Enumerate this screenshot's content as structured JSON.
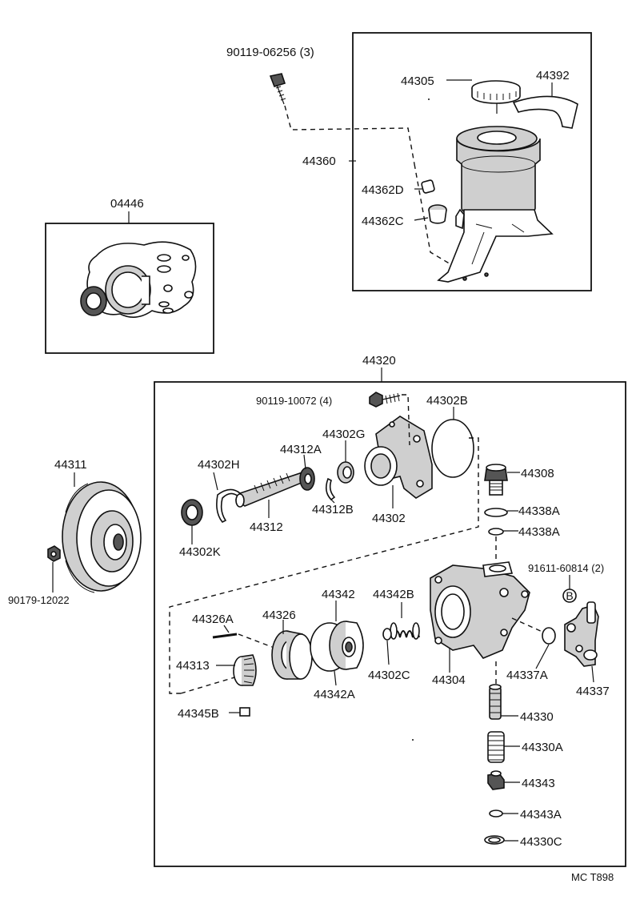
{
  "diagram": {
    "reference_code": "MC T898",
    "labels": {
      "bolt_90119_06256": "90119-06256 (3)",
      "p44305": "44305",
      "p44392": "44392",
      "p44360": "44360",
      "p44362D": "44362D",
      "p44362C": "44362C",
      "p04446": "04446",
      "p44320": "44320",
      "bolt_90119_10072": "90119-10072 (4)",
      "p44302B": "44302B",
      "p44302G": "44302G",
      "p44312A": "44312A",
      "p44302H": "44302H",
      "p44311": "44311",
      "p44308": "44308",
      "p44338A_1": "44338A",
      "p44338A_2": "44338A",
      "p44312B": "44312B",
      "p44312": "44312",
      "p44302": "44302",
      "p44302K": "44302K",
      "nut_90179_12022": "90179-12022",
      "p91611_60814": "91611-60814 (2)",
      "p44326A": "44326A",
      "p44326": "44326",
      "p44342": "44342",
      "p44342B": "44342B",
      "p44313": "44313",
      "p44302C": "44302C",
      "p44304": "44304",
      "p44337A": "44337A",
      "p44337": "44337",
      "p44342A": "44342A",
      "p44345B": "44345B",
      "p44330": "44330",
      "p44330A": "44330A",
      "p44343": "44343",
      "p44343A": "44343A",
      "p44330C": "44330C",
      "marker_B": "B"
    }
  }
}
